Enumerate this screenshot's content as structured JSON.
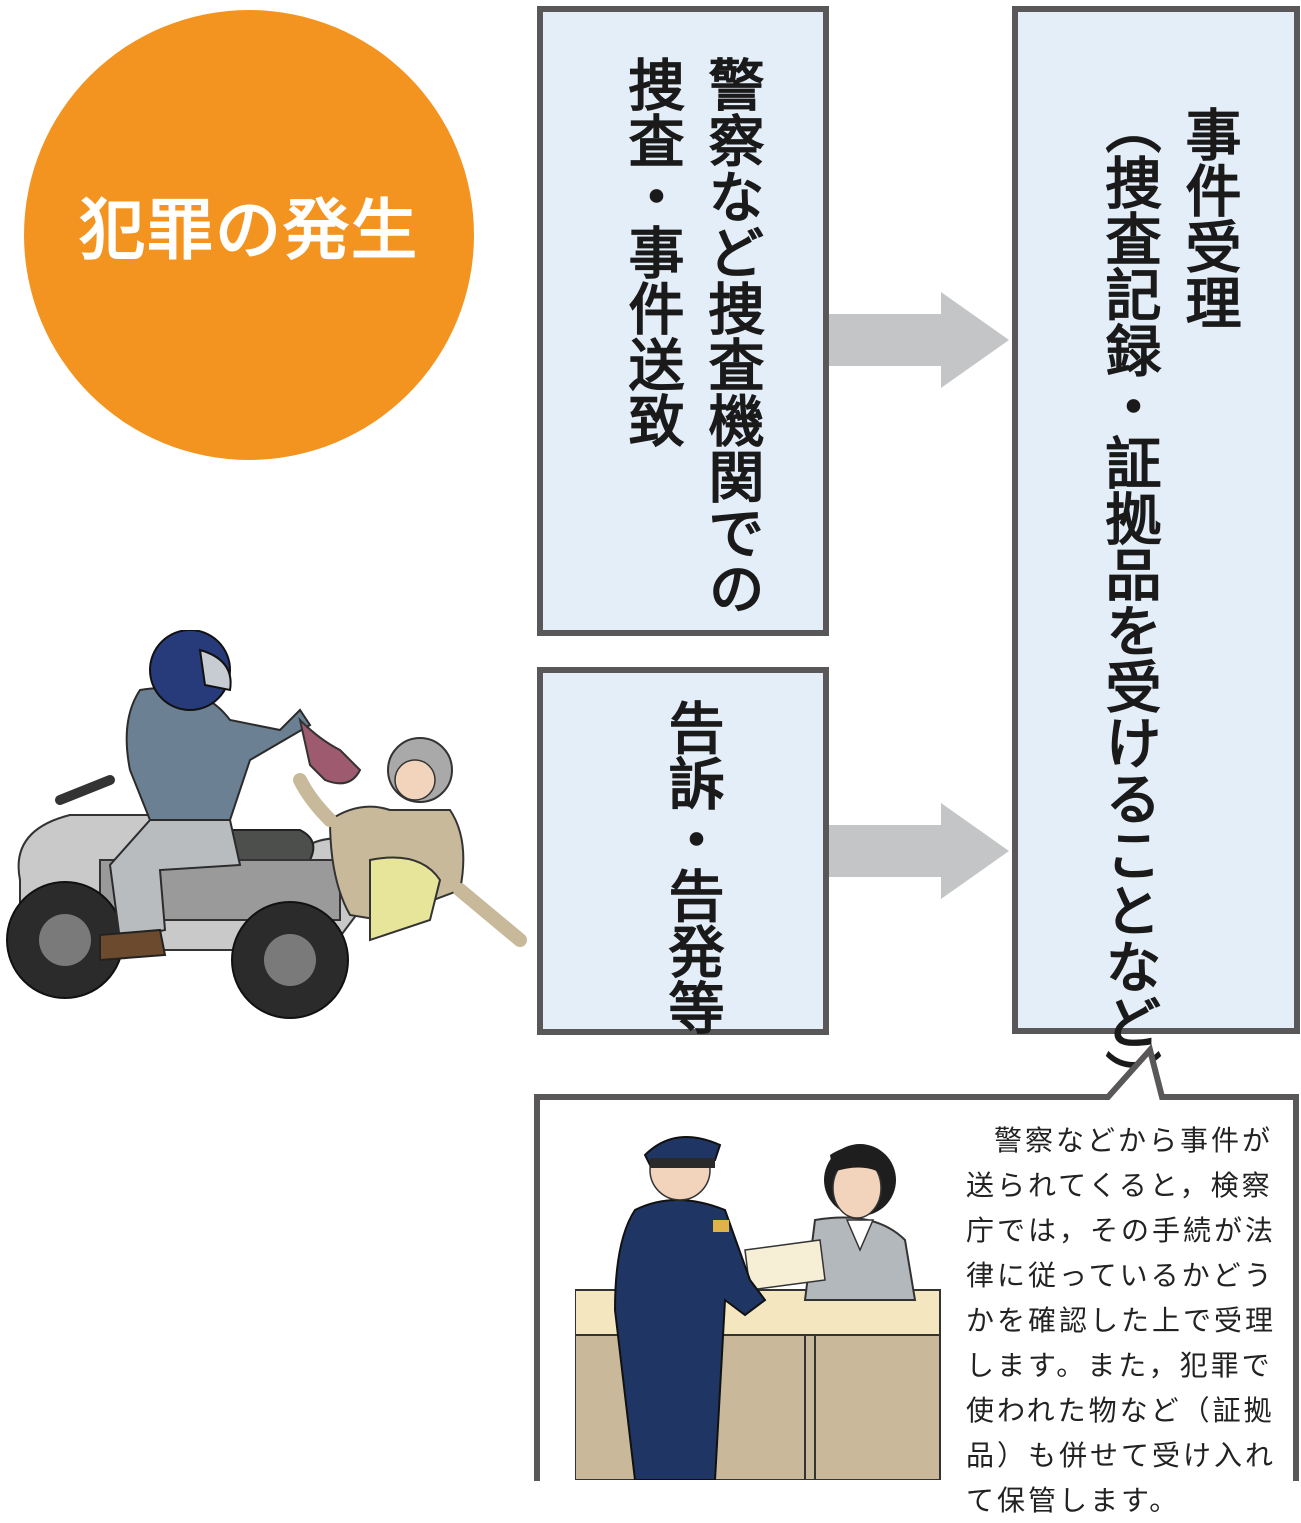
{
  "start": {
    "label": "犯罪の発生",
    "color": "#f39420"
  },
  "police_box": {
    "line1": "警察など捜査機関での",
    "line2": "捜査・事件送致"
  },
  "complaint_box": {
    "line1": "告訴・告発等"
  },
  "reception_box": {
    "line1": "事件受理",
    "line2": "（捜査記録・証拠品を受けることなど）"
  },
  "callout": {
    "text": "警察などから事件が送られてくると，検察庁では，その手続が法律に従っているかどうかを確認した上で受理します。また，犯罪で使われた物など（証拠品）も併せて受け入れて保管します。"
  },
  "colors": {
    "box_fill": "#e3eef8",
    "box_border": "#595757",
    "arrow": "#c4c5c6"
  },
  "icons": [
    "snatching-scene-illustration",
    "police-officer-illustration",
    "clerk-illustration"
  ]
}
